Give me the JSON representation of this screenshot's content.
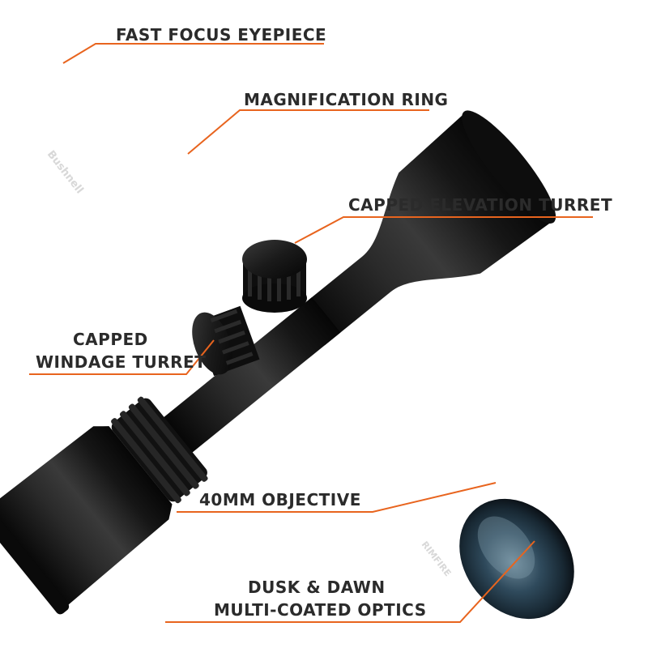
{
  "image": {
    "description": "",
    "accent_color": "#e8641e",
    "label_color": "#2b2b2b",
    "body_color": "#111111"
  },
  "product": {
    "brand_mark": "Bushnell",
    "model_mark": "RIMFIRE"
  },
  "callouts": {
    "eyepiece": "FAST FOCUS EYEPIECE",
    "magnification": "MAGNIFICATION RING",
    "elevation": "CAPPED ELEVATION TURRET",
    "windage_line1": "CAPPED",
    "windage_line2": "WINDAGE TURRET",
    "objective": "40MM OBJECTIVE",
    "optics_line1": "DUSK & DAWN",
    "optics_line2": "MULTI-COATED OPTICS"
  }
}
